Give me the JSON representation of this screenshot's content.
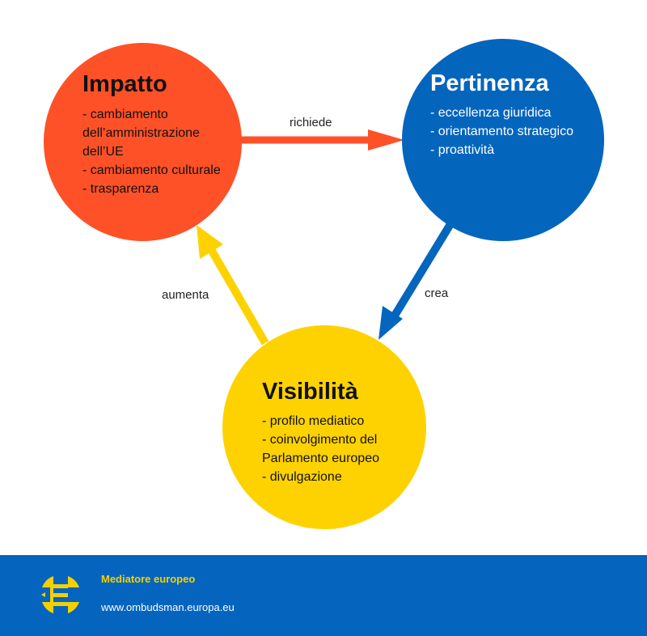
{
  "nodes": {
    "impatto": {
      "title": "Impatto",
      "items": [
        "- cambiamento dell’amministrazione dell’UE",
        "- cambiamento culturale",
        "- trasparenza"
      ],
      "color": "#fe5128"
    },
    "pertinenza": {
      "title": "Pertinenza",
      "items": [
        "- eccellenza giuridica",
        "- orientamento strategico",
        "- proattività"
      ],
      "color": "#0465bd"
    },
    "visibilita": {
      "title": "Visibilità",
      "items": [
        "- profilo mediatico",
        "- coinvolgimento del Parlamento europeo",
        "- divulgazione"
      ],
      "color": "#fed200"
    }
  },
  "edges": {
    "richiede": "richiede",
    "crea": "crea",
    "aumenta": "aumenta"
  },
  "footer": {
    "name": "Mediatore europeo",
    "url": "www.ombudsman.europa.eu",
    "color": "#0565be"
  }
}
